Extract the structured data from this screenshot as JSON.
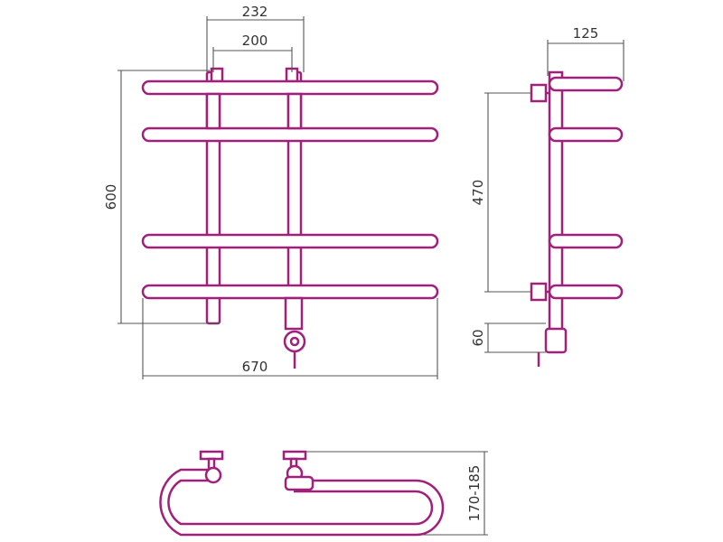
{
  "colors": {
    "accent": "#a0207a",
    "dimension_line": "#555555",
    "text": "#333333",
    "background": "#ffffff"
  },
  "front_view": {
    "dim_width_outer": "232",
    "dim_width_inner": "200",
    "dim_height": "600",
    "dim_overall_width": "670"
  },
  "side_view": {
    "dim_depth": "125",
    "dim_mount_spacing": "470",
    "dim_valve_height": "60"
  },
  "top_view": {
    "dim_depth_range": "170-185"
  }
}
